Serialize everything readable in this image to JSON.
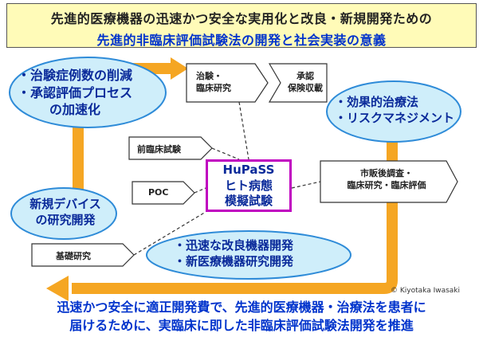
{
  "header": {
    "line1": "先進的医療機器の迅速かつ安全な実用化と改良・新規開発ための",
    "line2": "先進的非臨床評価試験法の開発と社会実装の意義"
  },
  "ellipses": {
    "top_left": [
      "・治験症例数の削減",
      "・承認評価プロセス",
      "の加速化"
    ],
    "right": [
      "・効果的治療法",
      "・リスクマネジメント"
    ],
    "left": [
      "新規デバイス",
      "の研究開発"
    ],
    "bottom": [
      "・迅速な改良機器開発",
      "・新医療機器研究開発"
    ]
  },
  "boxes": {
    "clinical": [
      "治験・",
      "臨床研究"
    ],
    "approval": [
      "承認",
      "保険収載"
    ],
    "preclinical": "前臨床試験",
    "poc": "POC",
    "postmarket": [
      "市販後調査・",
      "臨床研究・臨床評価"
    ],
    "basic": "基礎研究"
  },
  "center": [
    "HuPaSS",
    "ヒト病態",
    "模擬試験"
  ],
  "copyright": "© Kiyotaka Iwasaki",
  "footer": {
    "line1": "迅速かつ安全に適正開発費で、先進的医療機器・治療法を患者に",
    "line2": "届けるために、実臨床に即した非臨床評価試験法開発を推進"
  },
  "colors": {
    "loop_arrow": "#f5a623",
    "ellipse_fill": "#cfeefa",
    "ellipse_stroke": "#2e8bd8",
    "center_border": "#c000c0",
    "title_bg": "#fffbb8",
    "blue_text": "#0033cc"
  }
}
